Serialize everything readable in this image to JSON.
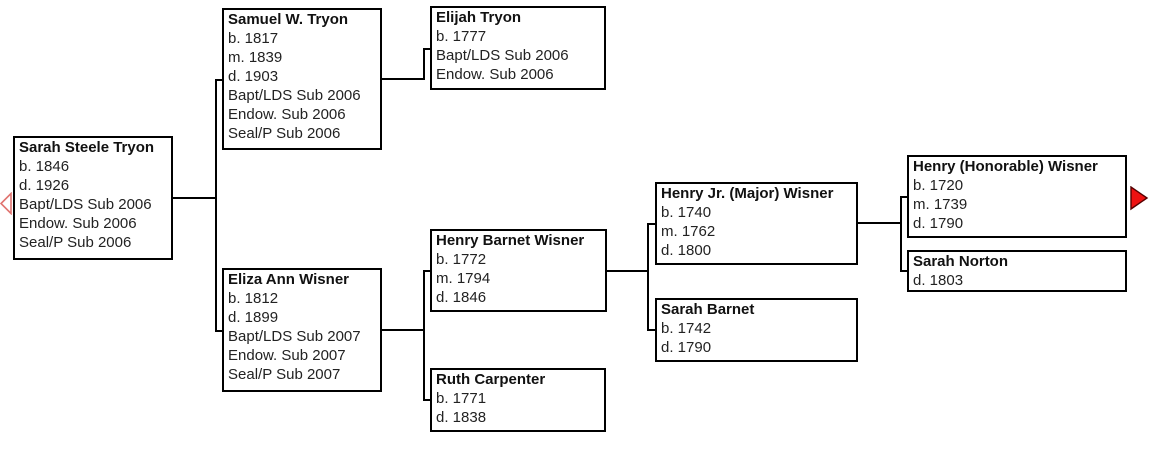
{
  "chart": {
    "type": "pedigree-family-tree",
    "background": "#ffffff",
    "box_border_color": "#000000",
    "connector_color": "#000000",
    "nav_left_arrow": {
      "direction": "left",
      "fill": "#ffffff",
      "stroke": "#e0736f"
    },
    "nav_right_arrow": {
      "direction": "right",
      "fill": "#ee1111",
      "stroke": "#550000"
    }
  },
  "people": [
    {
      "name": "Sarah Steele Tryon",
      "lines": [
        "b. 1846",
        "d. 1926",
        "Bapt/LDS Sub 2006",
        "Endow. Sub 2006",
        "Seal/P Sub 2006"
      ]
    },
    {
      "name": "Samuel W. Tryon",
      "lines": [
        "b. 1817",
        "m. 1839",
        "d. 1903",
        "Bapt/LDS Sub 2006",
        "Endow. Sub 2006",
        "Seal/P Sub 2006"
      ]
    },
    {
      "name": "Elijah Tryon",
      "lines": [
        "b. 1777",
        "Bapt/LDS Sub 2006",
        "Endow. Sub 2006"
      ]
    },
    {
      "name": "Eliza Ann Wisner",
      "lines": [
        "b. 1812",
        "d. 1899",
        "Bapt/LDS Sub 2007",
        "Endow. Sub 2007",
        "Seal/P Sub 2007"
      ]
    },
    {
      "name": "Henry Barnet Wisner",
      "lines": [
        "b. 1772",
        "m. 1794",
        "d. 1846"
      ]
    },
    {
      "name": "Ruth Carpenter",
      "lines": [
        "b. 1771",
        "d. 1838"
      ]
    },
    {
      "name": "Henry Jr. (Major) Wisner",
      "lines": [
        "b. 1740",
        "m. 1762",
        "d. 1800"
      ]
    },
    {
      "name": "Sarah Barnet",
      "lines": [
        "b. 1742",
        "d. 1790"
      ]
    },
    {
      "name": "Henry (Honorable) Wisner",
      "lines": [
        "b. 1720",
        "m. 1739",
        "d. 1790"
      ]
    },
    {
      "name": "Sarah Norton",
      "lines": [
        "d. 1803"
      ]
    }
  ]
}
